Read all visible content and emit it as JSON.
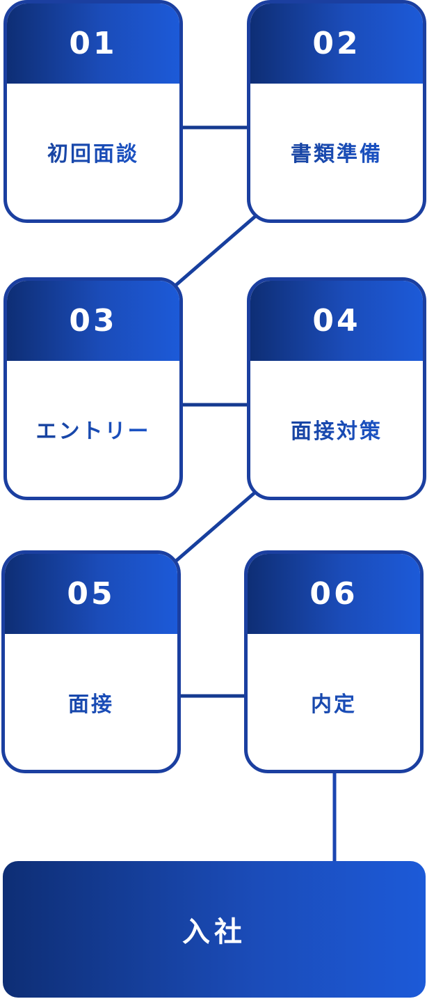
{
  "steps": [
    {
      "number": "01",
      "label": "初回面談"
    },
    {
      "number": "02",
      "label": "書類準備"
    },
    {
      "number": "03",
      "label": "エントリー"
    },
    {
      "number": "04",
      "label": "面接対策"
    },
    {
      "number": "05",
      "label": "面接"
    },
    {
      "number": "06",
      "label": "内定"
    }
  ],
  "final": {
    "label": "入社"
  },
  "colors": {
    "gradient_start": "#0e2e75",
    "gradient_end": "#1c5ad8",
    "border": "#1b3fa0",
    "background": "#ffffff"
  }
}
